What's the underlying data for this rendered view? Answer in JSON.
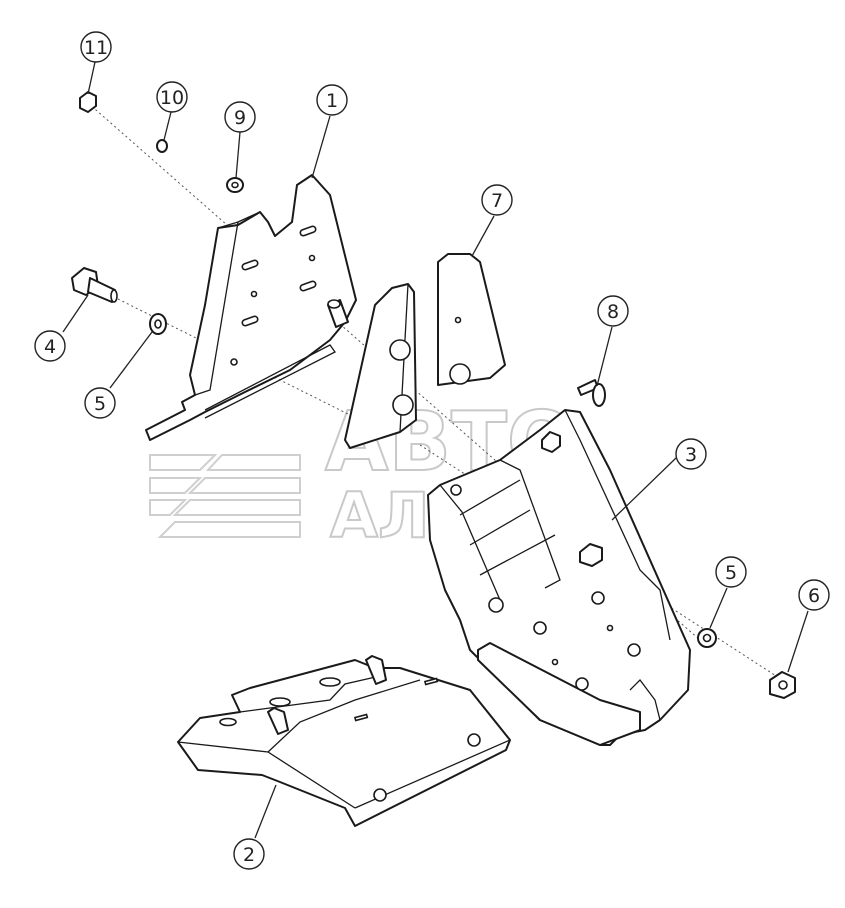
{
  "watermark": {
    "line1": "АВТО",
    "line2": "АЛЬЯНС"
  },
  "callouts": [
    {
      "id": "c11",
      "label": "11"
    },
    {
      "id": "c10",
      "label": "10"
    },
    {
      "id": "c9",
      "label": "9"
    },
    {
      "id": "c1",
      "label": "1"
    },
    {
      "id": "c7",
      "label": "7"
    },
    {
      "id": "c8",
      "label": "8"
    },
    {
      "id": "c3",
      "label": "3"
    },
    {
      "id": "c4",
      "label": "4"
    },
    {
      "id": "c5a",
      "label": "5"
    },
    {
      "id": "c5b",
      "label": "5"
    },
    {
      "id": "c6",
      "label": "6"
    },
    {
      "id": "c2",
      "label": "2"
    }
  ]
}
